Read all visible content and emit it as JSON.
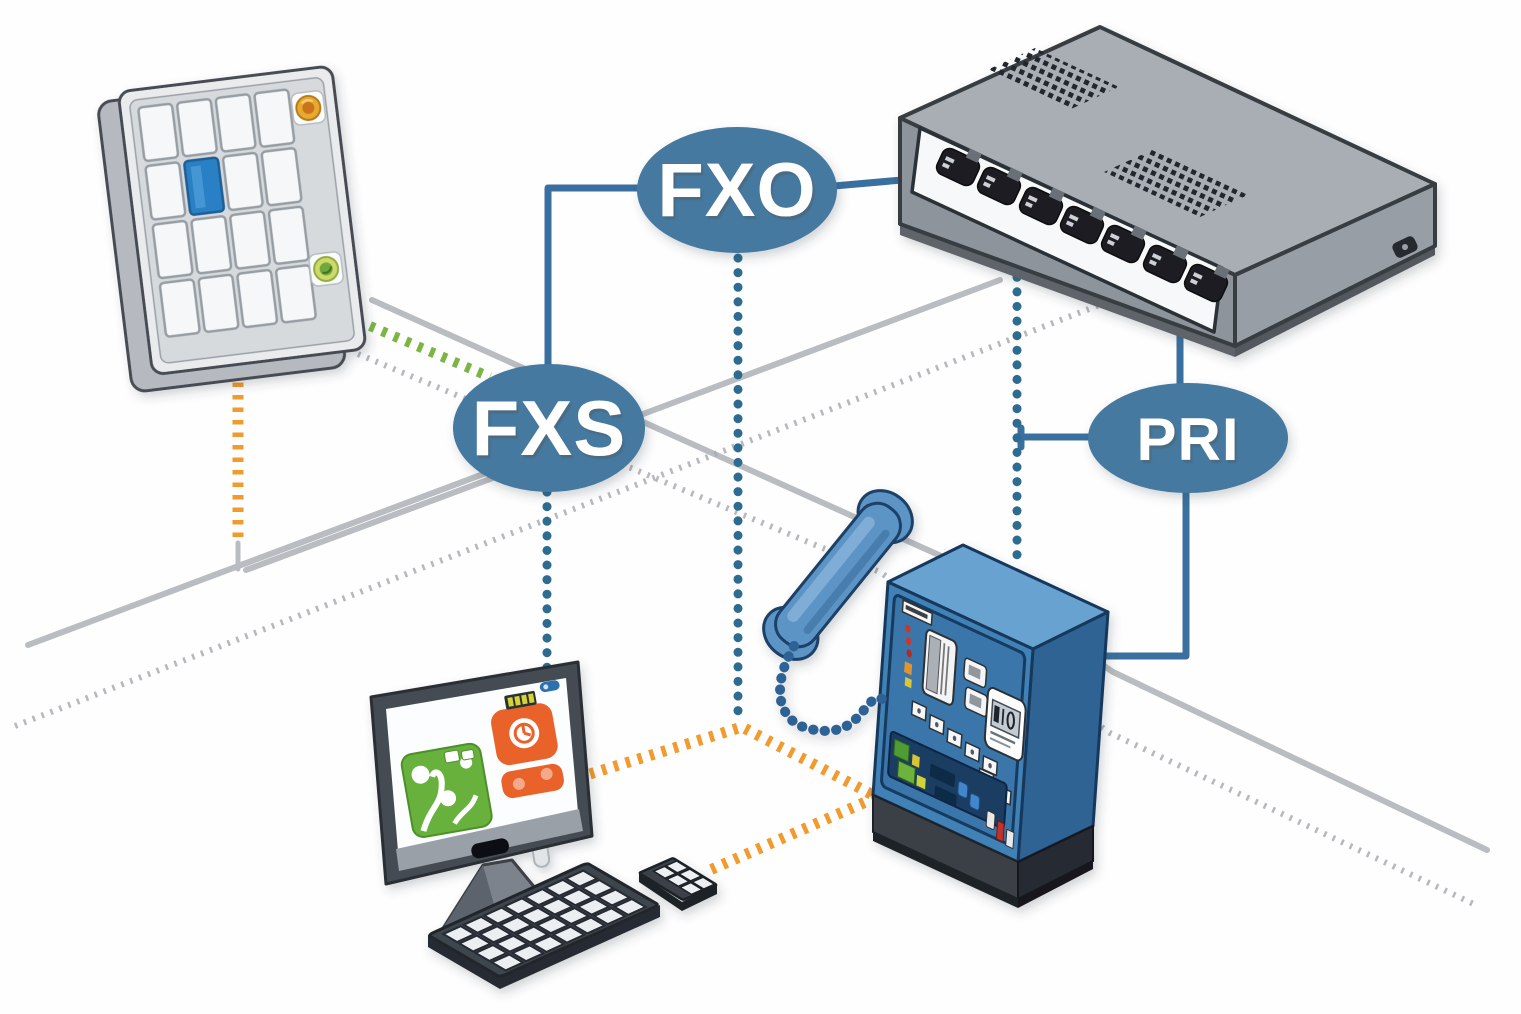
{
  "diagram": {
    "background_color": "#fefefe",
    "nodes": [
      {
        "id": "fxo",
        "label": "FXO"
      },
      {
        "id": "fxs",
        "label": "FXS"
      },
      {
        "id": "pri",
        "label": "PRI"
      }
    ],
    "node_style": {
      "fill": "#45799f",
      "text_color": "#ffffff"
    },
    "devices": [
      {
        "id": "keypad-panel",
        "icon": "wall-keypad-device-icon"
      },
      {
        "id": "voip-gateway",
        "icon": "multi-port-gateway-device-icon"
      },
      {
        "id": "pbx-phone",
        "icon": "desk-phone-pbx-device-icon"
      },
      {
        "id": "desktop-computer",
        "icon": "desktop-computer-device-icon"
      }
    ],
    "line_colors": {
      "blue_solid": "#3a70a0",
      "blue_dotted": "#2d6c90",
      "orange_dotted": "#f19a2e",
      "green_dotted": "#7cb544",
      "gray_solid": "#b9bcc0",
      "gray_dotted": "#a8acb1"
    }
  }
}
